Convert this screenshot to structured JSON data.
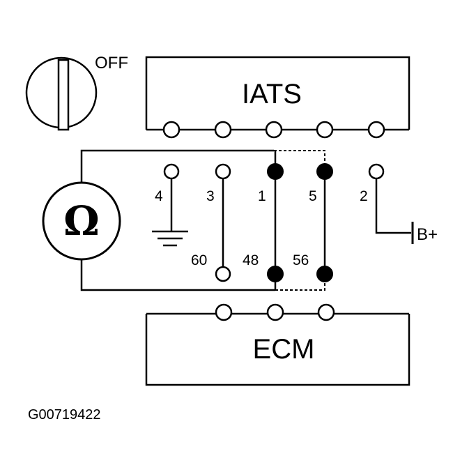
{
  "ignition_switch": {
    "position_label": "OFF"
  },
  "iats": {
    "label": "IATS"
  },
  "ecm": {
    "label": "ECM"
  },
  "ohmmeter": {
    "symbol": "Ω"
  },
  "iats_pins": [
    "4",
    "3",
    "1",
    "5",
    "2"
  ],
  "ecm_pins": [
    "60",
    "48",
    "56"
  ],
  "battery": {
    "label": "B+"
  },
  "figure_code": "G00719422",
  "colors": {
    "line": "#000000",
    "background": "#ffffff"
  }
}
